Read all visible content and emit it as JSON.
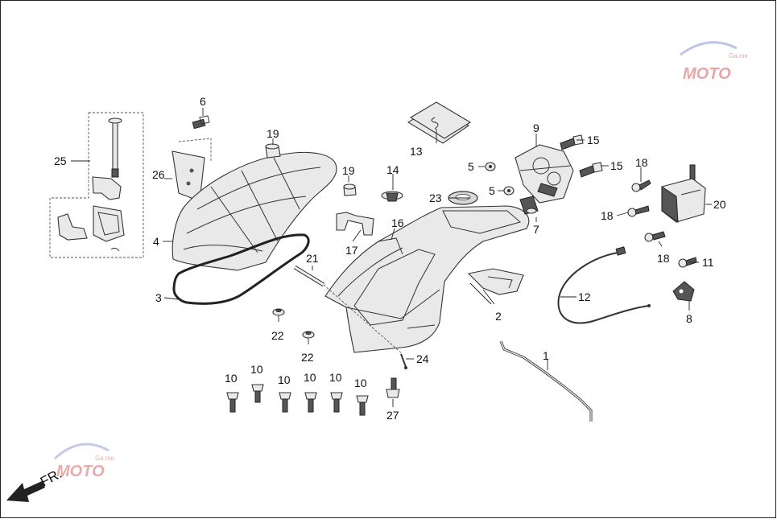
{
  "diagram": {
    "labels": {
      "l1": "1",
      "l2": "2",
      "l3": "3",
      "l4": "4",
      "l5a": "5",
      "l5b": "5",
      "l6": "6",
      "l7": "7",
      "l8": "8",
      "l9": "9",
      "l10a": "10",
      "l10b": "10",
      "l10c": "10",
      "l10d": "10",
      "l10e": "10",
      "l10f": "10",
      "l11": "11",
      "l12": "12",
      "l13": "13",
      "l15a": "15",
      "l15b": "15",
      "l14": "14",
      "l16": "16",
      "l17": "17",
      "l18a": "18",
      "l18b": "18",
      "l18c": "18",
      "l19a": "19",
      "l19b": "19",
      "l20": "20",
      "l21": "21",
      "l22a": "22",
      "l22b": "22",
      "l23": "23",
      "l24": "24",
      "l25": "25",
      "l26": "26",
      "l27": "27"
    },
    "direction_label": "FR.",
    "watermark_text": "MOTO",
    "watermark_small": "Ga.me"
  }
}
